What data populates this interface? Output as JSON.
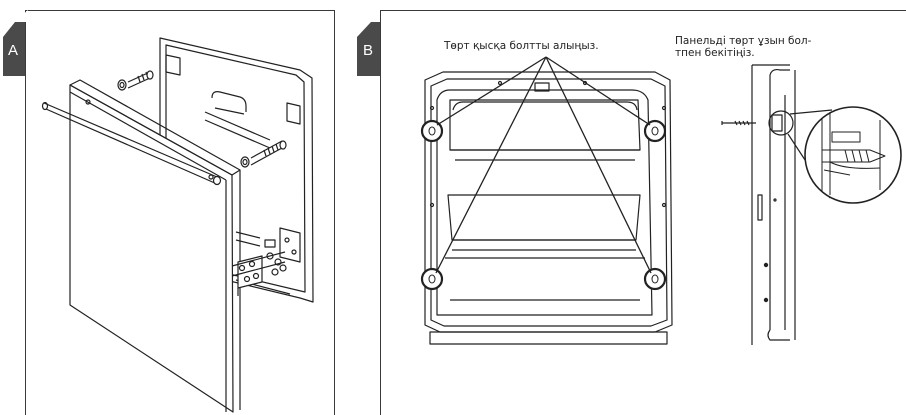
{
  "panel_a": {
    "letter": "A"
  },
  "panel_b": {
    "letter": "B",
    "caption_left": "Төрт қысқа болтты алыңыз.",
    "caption_right_line1": "Панельді төрт ұзын бол-",
    "caption_right_line2": "тпен бекітіңіз."
  },
  "colors": {
    "line": "#222222",
    "tab": "#4a4a4a",
    "background": "#ffffff"
  },
  "icons": [
    "bolt-icon",
    "highlight-circle-icon",
    "magnifier-circle-icon"
  ]
}
